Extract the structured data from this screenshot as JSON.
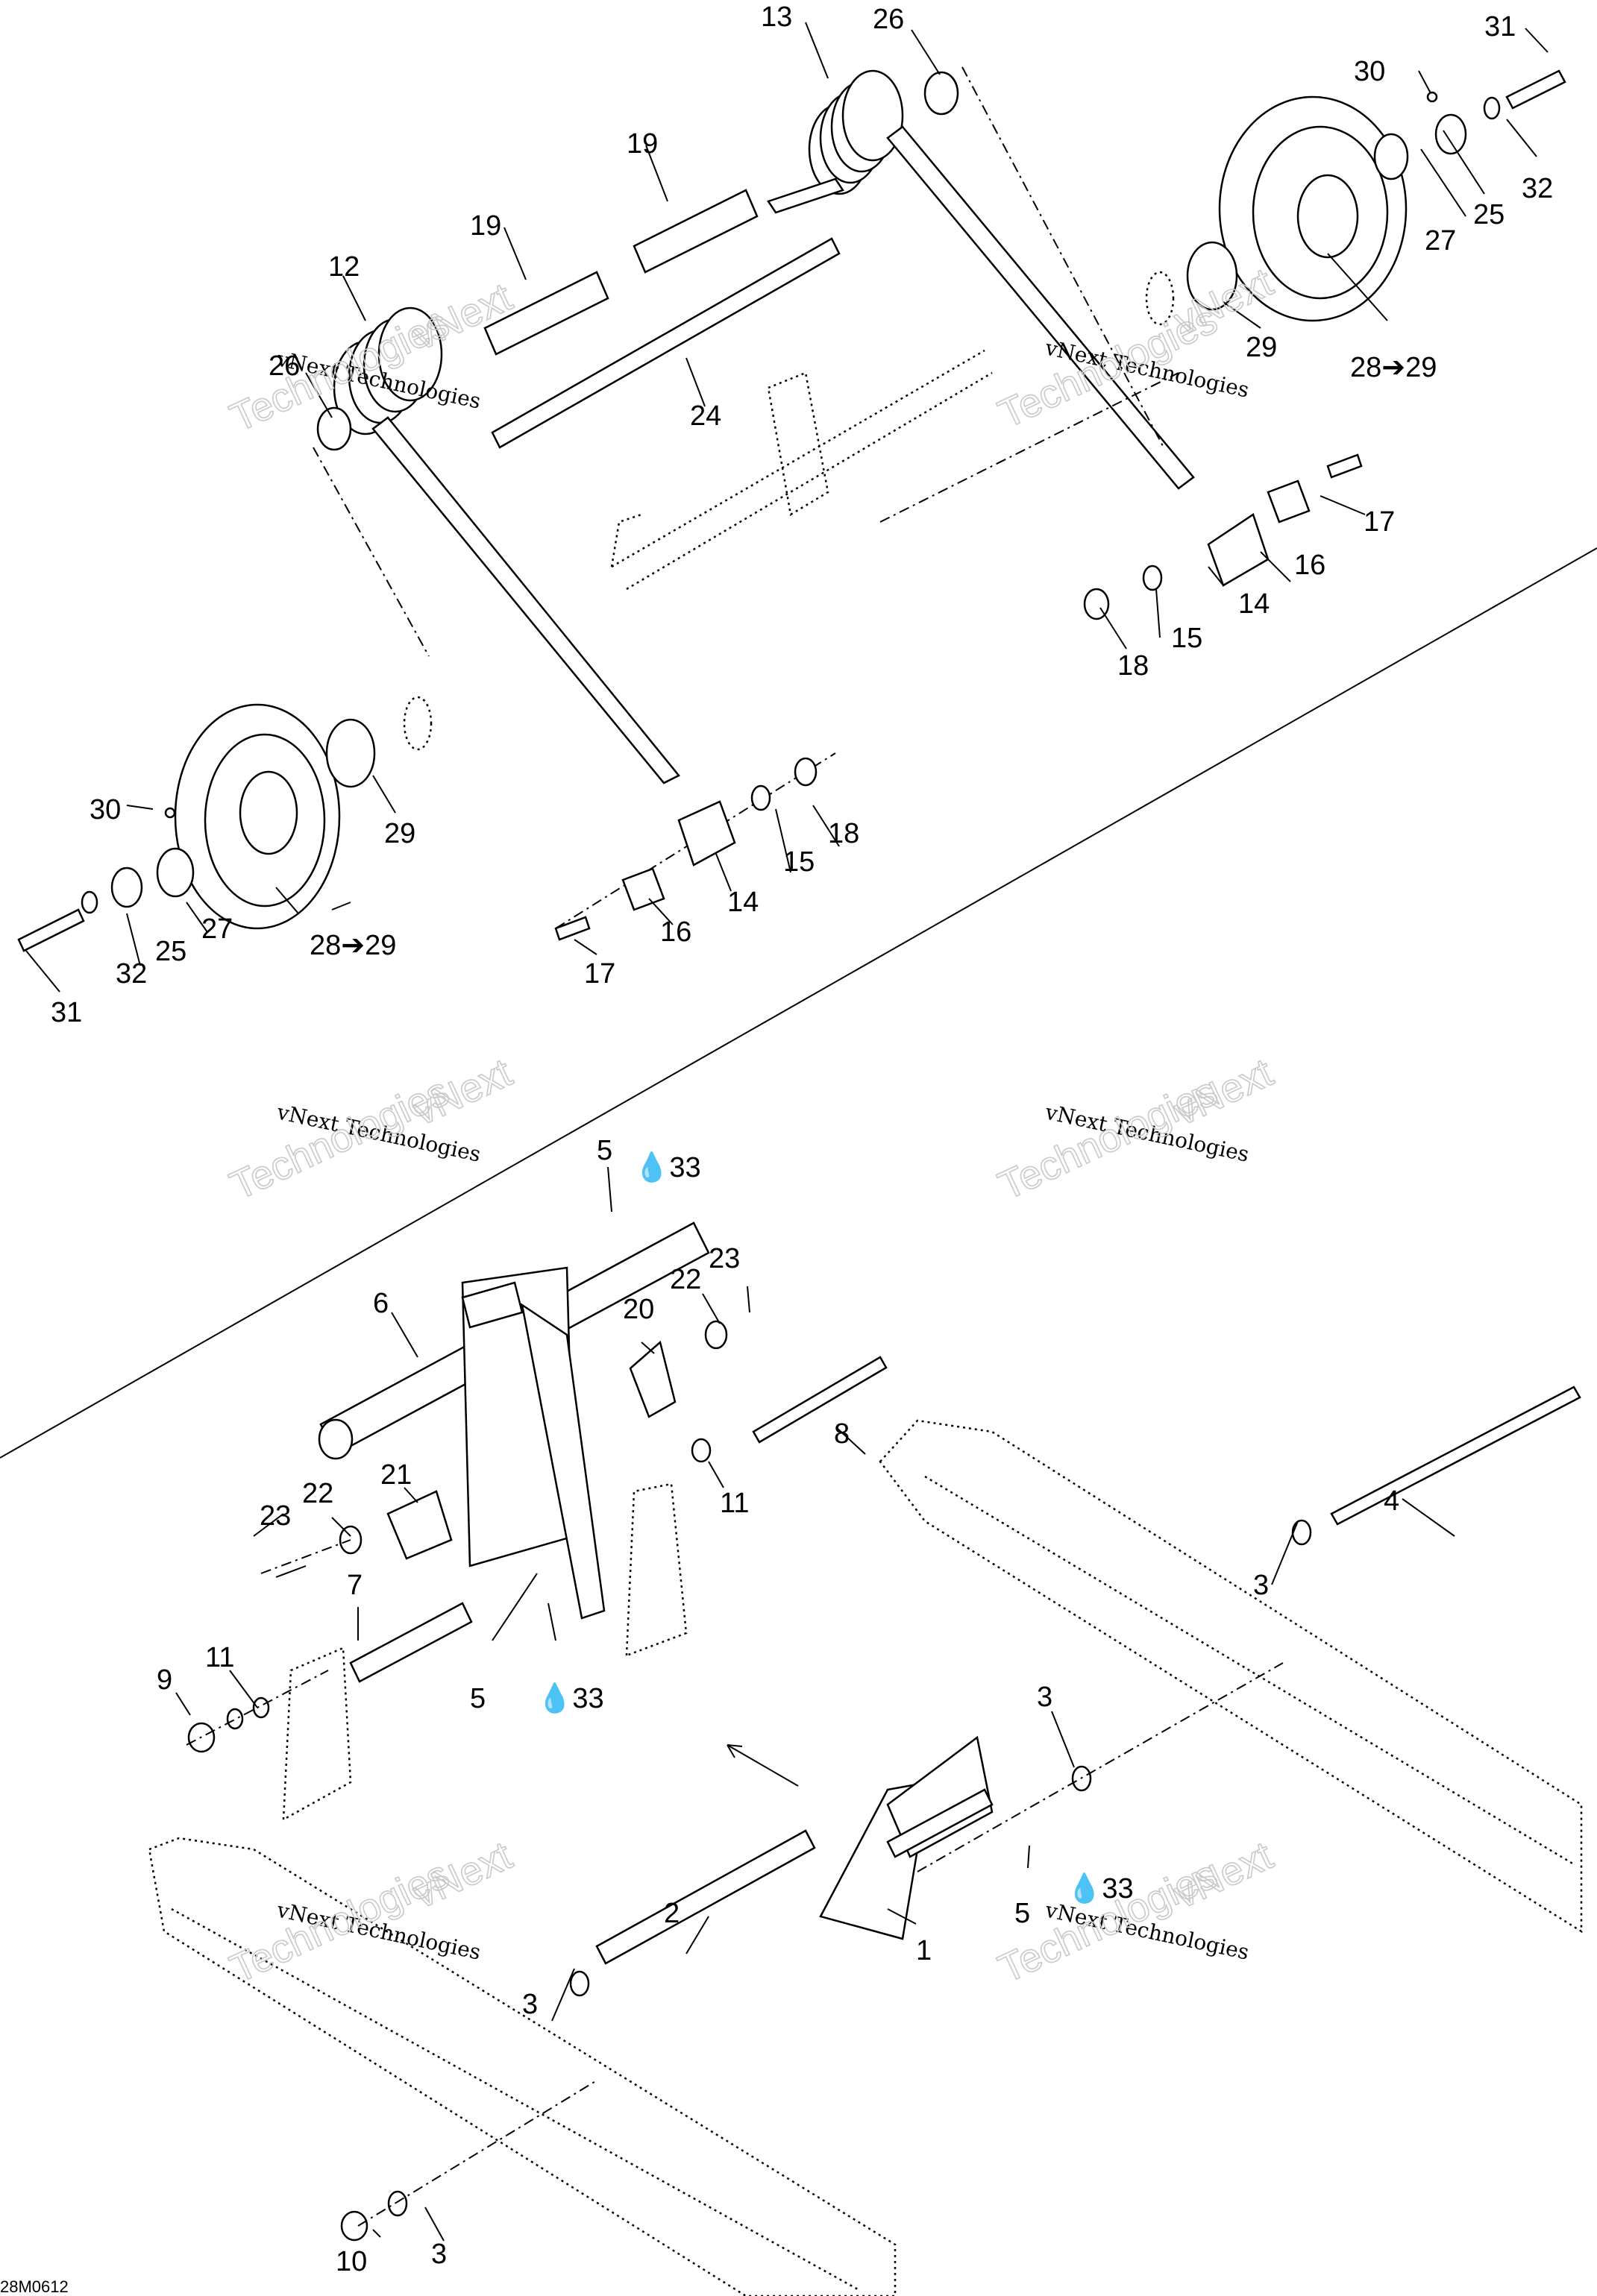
{
  "drawing_code": "28M0612",
  "watermark": {
    "line1": "vNext Technologies",
    "line2": "Technologies",
    "line3": "vNext"
  },
  "callouts": {
    "c1": "1",
    "c2": "2",
    "c3a": "3",
    "c3b": "3",
    "c3c": "3",
    "c3d": "3",
    "c4": "4",
    "c5a": "5",
    "c5b": "5",
    "c5c": "5",
    "c6": "6",
    "c7": "7",
    "c8": "8",
    "c9": "9",
    "c10": "10",
    "c11a": "11",
    "c11b": "11",
    "c12": "12",
    "c13": "13",
    "c14a": "14",
    "c14b": "14",
    "c15a": "15",
    "c15b": "15",
    "c16a": "16",
    "c16b": "16",
    "c17a": "17",
    "c17b": "17",
    "c18a": "18",
    "c18b": "18",
    "c19a": "19",
    "c19b": "19",
    "c20": "20",
    "c21": "21",
    "c22a": "22",
    "c22b": "22",
    "c23a": "23",
    "c23b": "23",
    "c24": "24",
    "c25a": "25",
    "c25b": "25",
    "c26a": "26",
    "c26b": "26",
    "c27a": "27",
    "c27b": "27",
    "c28a": "28➔29",
    "c28b": "28➔29",
    "c29a": "29",
    "c29b": "29",
    "c30a": "30",
    "c30b": "30",
    "c31a": "31",
    "c31b": "31",
    "c32a": "32",
    "c32b": "32",
    "c33a": "💧33",
    "c33b": "💧33",
    "c33c": "💧33"
  }
}
